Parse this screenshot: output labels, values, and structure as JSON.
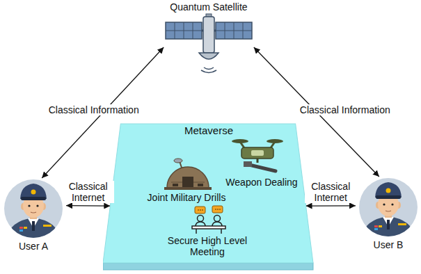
{
  "diagram": {
    "nodes": [
      {
        "text": [
          "Quantum Satellite"
        ]
      },
      {
        "text": [
          "Metaverse"
        ]
      },
      {
        "text": [
          "Weapon Dealing"
        ],
        "in": 1
      },
      {
        "text": [
          "Joint Military Drills"
        ],
        "in": 1
      },
      {
        "text": [
          "Secure High Level Meeting"
        ],
        "in": 1
      },
      {
        "text": [
          "User A"
        ]
      },
      {
        "text": [
          "User B"
        ]
      }
    ],
    "edges": [
      {
        "from": 0,
        "to": 5,
        "label": "Classical Information",
        "arrow": "both"
      },
      {
        "from": 0,
        "to": 6,
        "label": "Classical Information",
        "arrow": "both"
      },
      {
        "from": 5,
        "to": 1,
        "label": "Classical Internet",
        "arrow": "both"
      },
      {
        "from": 6,
        "to": 1,
        "label": "Classical Internet",
        "arrow": "both"
      }
    ]
  }
}
